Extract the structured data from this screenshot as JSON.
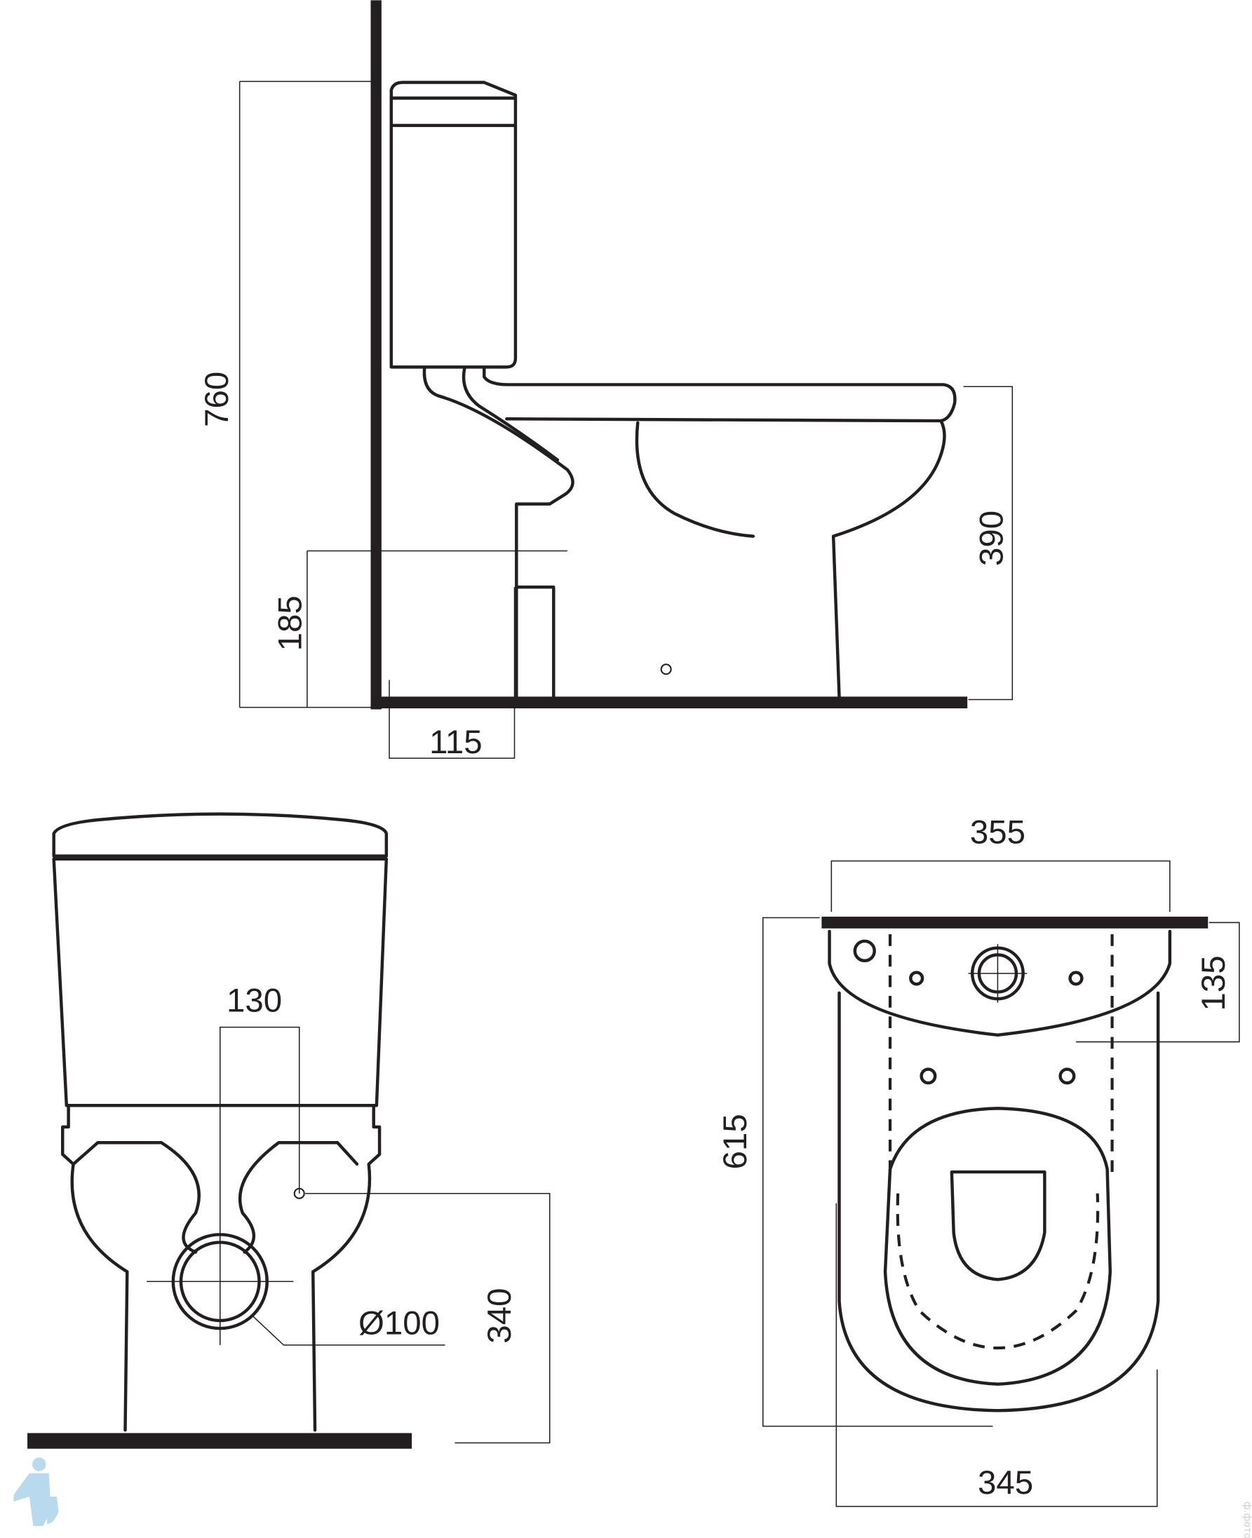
{
  "dimensions": {
    "side_height_total": "760",
    "side_outlet_height": "185",
    "side_outlet_offset": "115",
    "side_seat_height": "390",
    "front_outlet_spacing": "130",
    "front_inlet_height": "340",
    "front_outlet_diameter": "Ø100",
    "top_tank_width": "355",
    "top_tank_depth": "135",
    "top_total_length": "615",
    "top_bowl_width": "345"
  },
  "watermark": "ф.фото",
  "colors": {
    "line": "#231f20",
    "logo": "#b9d9ef"
  }
}
